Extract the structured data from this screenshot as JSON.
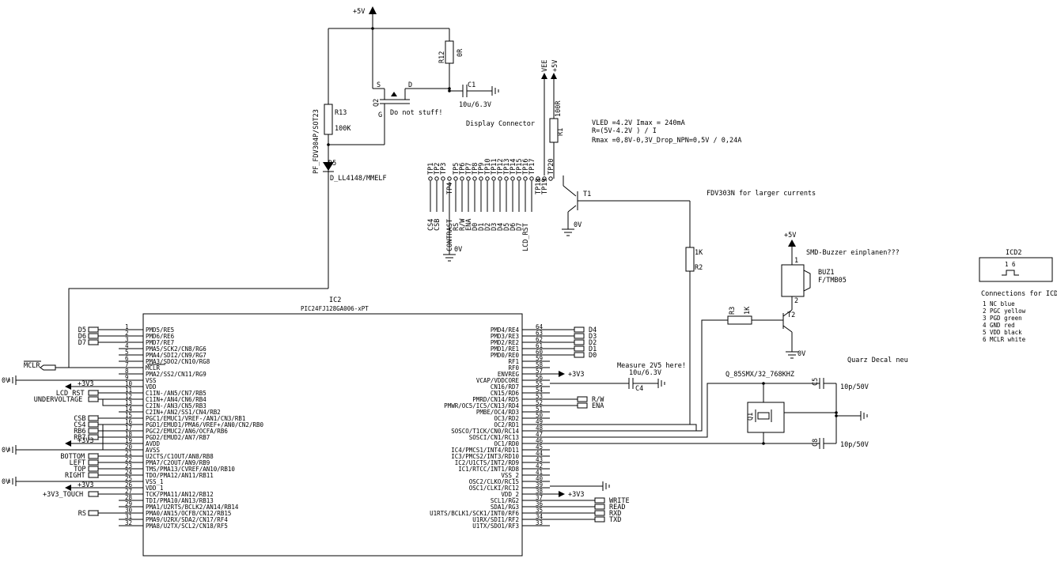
{
  "supply": {
    "p5v_top": "+5V",
    "p5v_mid": "+5V",
    "p5v_buz": "+5V",
    "vee": "VEE"
  },
  "parts": {
    "r12": {
      "ref": "R12",
      "val": "0R"
    },
    "r13": {
      "ref": "R13",
      "val": "100K"
    },
    "r1": {
      "ref": "R1",
      "val": "100R"
    },
    "r2": {
      "ref": "R2",
      "val": "1K"
    },
    "r3": {
      "ref": "R3",
      "val": "1K"
    },
    "q2": {
      "ref": "Q2",
      "val": "PF_FDV304P/SOT23",
      "s": "S",
      "d": "D",
      "g": "G",
      "note": "Do not stuff!"
    },
    "c1": {
      "ref": "C1",
      "val": "10u/6.3V"
    },
    "d5": {
      "ref": "D5",
      "val": "D_LL4148/MMELF"
    },
    "t1": {
      "ref": "T1"
    },
    "t2": {
      "ref": "T2"
    },
    "buz1": {
      "ref": "BUZ1",
      "val": "F/TMB05",
      "p1": "1",
      "p2": "2"
    },
    "c4": {
      "ref": "C4",
      "val": "10u/6.3V",
      "note": "Measure 2V5 here!"
    },
    "c5": {
      "ref": "C5",
      "val": "10p/50V"
    },
    "c8": {
      "ref": "C8",
      "val": "10p/50V"
    },
    "q1": {
      "ref": "Q1",
      "val": "Q_85SMX/32_768KHZ"
    },
    "ic2": {
      "ref": "IC2",
      "val": "PIC24FJ128GA006-xPT"
    }
  },
  "notes": {
    "display": "Display Connector",
    "vled": "VLED =4.2V Imax = 240mA",
    "rcalc": "R=(5V-4.2V ) / I",
    "rmax": "Rmax =0,8V-0,3V_Drop_NPN=0,5V / 0,24A",
    "fdv": "FDV303N for larger currents",
    "smd": "SMD-Buzzer einplanen???",
    "quarz": "Quarz Decal neu",
    "ov": "0V",
    "p3v3": "+3V3"
  },
  "testpoints": {
    "upper": [
      "TP1",
      "TP2",
      "TP3",
      "TP4",
      "TP5",
      "TP6",
      "TP7",
      "TP8",
      "TP9",
      "TP10",
      "TP11",
      "TP12",
      "TP13",
      "TP14",
      "TP15",
      "TP16",
      "TP17",
      "TP18",
      "TP19",
      "TP20"
    ],
    "lower": [
      "CS4",
      "CSB",
      "",
      "CONTRAST",
      "RS",
      "R/W",
      "ENA",
      "D0",
      "D1",
      "D2",
      "D3",
      "D4",
      "D5",
      "D6",
      "D7",
      "LCD_RST",
      "",
      "",
      "",
      ""
    ]
  },
  "icd": {
    "title": "ICD2",
    "pins": "1   6",
    "heading": "Connections for ICD2",
    "rows": [
      "1 NC      blue",
      "2 PGC     yellow",
      "3 PGD     green",
      "4 GND     red",
      "5 VDD     black",
      "6 MCLR   white"
    ]
  },
  "left_pins": [
    {
      "num": "1",
      "name": "PMD5/RE5",
      "net": "D5"
    },
    {
      "num": "2",
      "name": "PMD6/RE6",
      "net": "D6"
    },
    {
      "num": "3",
      "name": "PMD7/RE7",
      "net": "D7"
    },
    {
      "num": "4",
      "name": "PMA5/SCK2/CN8/RG6",
      "net": ""
    },
    {
      "num": "5",
      "name": "PMA4/SDI2/CN9/RG7",
      "net": ""
    },
    {
      "num": "6",
      "name": "PMA3/SDO2/CN10/RG8",
      "net": ""
    },
    {
      "num": "7",
      "name": "MCLR",
      "net": "MCLR"
    },
    {
      "num": "8",
      "name": "PMA2/SS2/CN11/RG9",
      "net": ""
    },
    {
      "num": "9",
      "name": "VSS",
      "net": "0V"
    },
    {
      "num": "10",
      "name": "VDD",
      "net": "+3V3"
    },
    {
      "num": "11",
      "name": "C1IN-/AN5/CN7/RB5",
      "net": "LCD_RST"
    },
    {
      "num": "12",
      "name": "C1IN+/AN4/CN6/RB4",
      "net": "UNDERVOLTAGE"
    },
    {
      "num": "13",
      "name": "C2IN-/AN3/CN5/RB3",
      "net": ""
    },
    {
      "num": "14",
      "name": "C2IN+/AN2/SS1/CN4/RB2",
      "net": ""
    },
    {
      "num": "15",
      "name": "PGC1/EMUC1/VREF-/AN1/CN3/RB1",
      "net": "CSB"
    },
    {
      "num": "16",
      "name": "PGD1/EMUD1/PMA6/VREF+/AN0/CN2/RB0",
      "net": "CS4"
    },
    {
      "num": "17",
      "name": "PGC2/EMUC2/AN6/OCFA/RB6",
      "net": "RB6"
    },
    {
      "num": "18",
      "name": "PGD2/EMUD2/AN7/RB7",
      "net": "RB7"
    },
    {
      "num": "19",
      "name": "AVDD",
      "net": "+3V3"
    },
    {
      "num": "20",
      "name": "AVSS",
      "net": "0V"
    },
    {
      "num": "21",
      "name": "U2CTS/C1OUT/AN8/RB8",
      "net": "BOTTOM"
    },
    {
      "num": "22",
      "name": "PMA7/C2OUT/AN9/RB9",
      "net": "LEFT"
    },
    {
      "num": "23",
      "name": "TMS/PMA13/CVREF/AN10/RB10",
      "net": "TOP"
    },
    {
      "num": "24",
      "name": "TDO/PMA12/AN11/RB11",
      "net": "RIGHT"
    },
    {
      "num": "25",
      "name": "VSS_1",
      "net": "0V"
    },
    {
      "num": "26",
      "name": "VDD_1",
      "net": "+3V3"
    },
    {
      "num": "27",
      "name": "TCK/PMA11/AN12/RB12",
      "net": "+3V3_TOUCH"
    },
    {
      "num": "28",
      "name": "TDI/PMA10/AN13/RB13",
      "net": ""
    },
    {
      "num": "29",
      "name": "PMA1/U2RTS/BCLK2/AN14/RB14",
      "net": ""
    },
    {
      "num": "30",
      "name": "PMA0/AN15/OCFB/CN12/RB15",
      "net": "RS"
    },
    {
      "num": "31",
      "name": "PMA9/U2RX/SDA2/CN17/RF4",
      "net": ""
    },
    {
      "num": "32",
      "name": "PMA8/U2TX/SCL2/CN18/RF5",
      "net": ""
    }
  ],
  "right_pins": [
    {
      "num": "64",
      "name": "PMD4/RE4",
      "net": "D4"
    },
    {
      "num": "63",
      "name": "PMD3/RE3",
      "net": "D3"
    },
    {
      "num": "62",
      "name": "PMD2/RE2",
      "net": "D2"
    },
    {
      "num": "61",
      "name": "PMD1/RE1",
      "net": "D1"
    },
    {
      "num": "60",
      "name": "PMD0/RE0",
      "net": "D0"
    },
    {
      "num": "59",
      "name": "RF1",
      "net": ""
    },
    {
      "num": "58",
      "name": "RF0",
      "net": ""
    },
    {
      "num": "57",
      "name": "ENVREG",
      "net": "+3V3"
    },
    {
      "num": "56",
      "name": "VCAP/VDDCORE",
      "net": ""
    },
    {
      "num": "55",
      "name": "CN16/RD7",
      "net": ""
    },
    {
      "num": "54",
      "name": "CN15/RD6",
      "net": ""
    },
    {
      "num": "53",
      "name": "PMRD/CN14/RD5",
      "net": "R/W"
    },
    {
      "num": "52",
      "name": "PMWR/OC5/IC5/CN13/RD4",
      "net": "ENA"
    },
    {
      "num": "51",
      "name": "PMBE/OC4/RD3",
      "net": ""
    },
    {
      "num": "50",
      "name": "OC3/RD2",
      "net": ""
    },
    {
      "num": "49",
      "name": "OC2/RD1",
      "net": ""
    },
    {
      "num": "48",
      "name": "SOSCO/T1CK/CN0/RC14",
      "net": ""
    },
    {
      "num": "47",
      "name": "SOSCI/CN1/RC13",
      "net": ""
    },
    {
      "num": "46",
      "name": "OC1/RD0",
      "net": ""
    },
    {
      "num": "45",
      "name": "IC4/PMCS1/INT4/RD11",
      "net": ""
    },
    {
      "num": "44",
      "name": "IC3/PMCS2/INT3/RD10",
      "net": ""
    },
    {
      "num": "43",
      "name": "IC2/U1CTS/INT2/RD9",
      "net": ""
    },
    {
      "num": "42",
      "name": "IC1/RTCC/INT1/RD8",
      "net": ""
    },
    {
      "num": "41",
      "name": "VSS_2",
      "net": ""
    },
    {
      "num": "40",
      "name": "OSC2/CLKO/RC15",
      "net": ""
    },
    {
      "num": "39",
      "name": "OSC1/CLKI/RC12",
      "net": ""
    },
    {
      "num": "38",
      "name": "VDD_2",
      "net": "+3V3"
    },
    {
      "num": "37",
      "name": "SCL1/RG2",
      "net": "WRITE"
    },
    {
      "num": "36",
      "name": "SDA1/RG3",
      "net": "READ"
    },
    {
      "num": "35",
      "name": "U1RTS/BCLK1/SCK1/INT0/RF6",
      "net": "RXD"
    },
    {
      "num": "34",
      "name": "U1RX/SDI1/RF2",
      "net": "TXD"
    },
    {
      "num": "33",
      "name": "U1TX/SDO1/RF3",
      "net": ""
    }
  ]
}
